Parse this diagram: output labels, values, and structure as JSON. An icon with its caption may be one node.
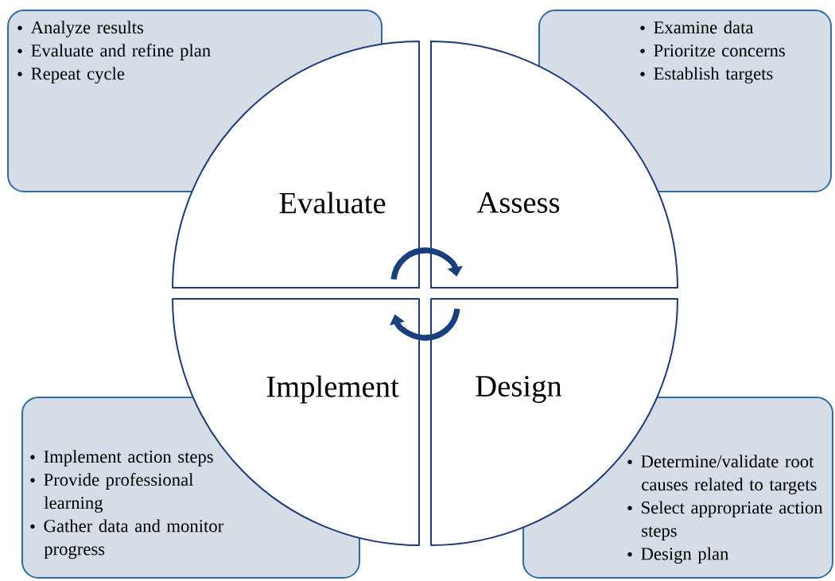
{
  "diagram": {
    "nodes": [
      {
        "text": [
          "Analyze results",
          "Evaluate and refine plan",
          "Repeat cycle"
        ]
      },
      {
        "text": [
          "Examine data",
          "Prioritze concerns",
          "Establish targets"
        ]
      },
      {
        "text": [
          "Evaluate"
        ]
      },
      {
        "text": [
          "Assess"
        ]
      },
      {
        "text": [
          "Implement"
        ]
      },
      {
        "text": [
          "Design"
        ]
      },
      {
        "text": [
          "Implement action steps",
          "Provide professional learning",
          "Gather data and monitor progress"
        ]
      },
      {
        "text": [
          "Determine/validate root causes related to targets",
          "Select appropriate action steps",
          "Design plan"
        ]
      }
    ],
    "edges": [
      {
        "from": 2,
        "to": 3,
        "arrow": "to"
      },
      {
        "from": 5,
        "to": 4,
        "arrow": "to"
      }
    ]
  }
}
